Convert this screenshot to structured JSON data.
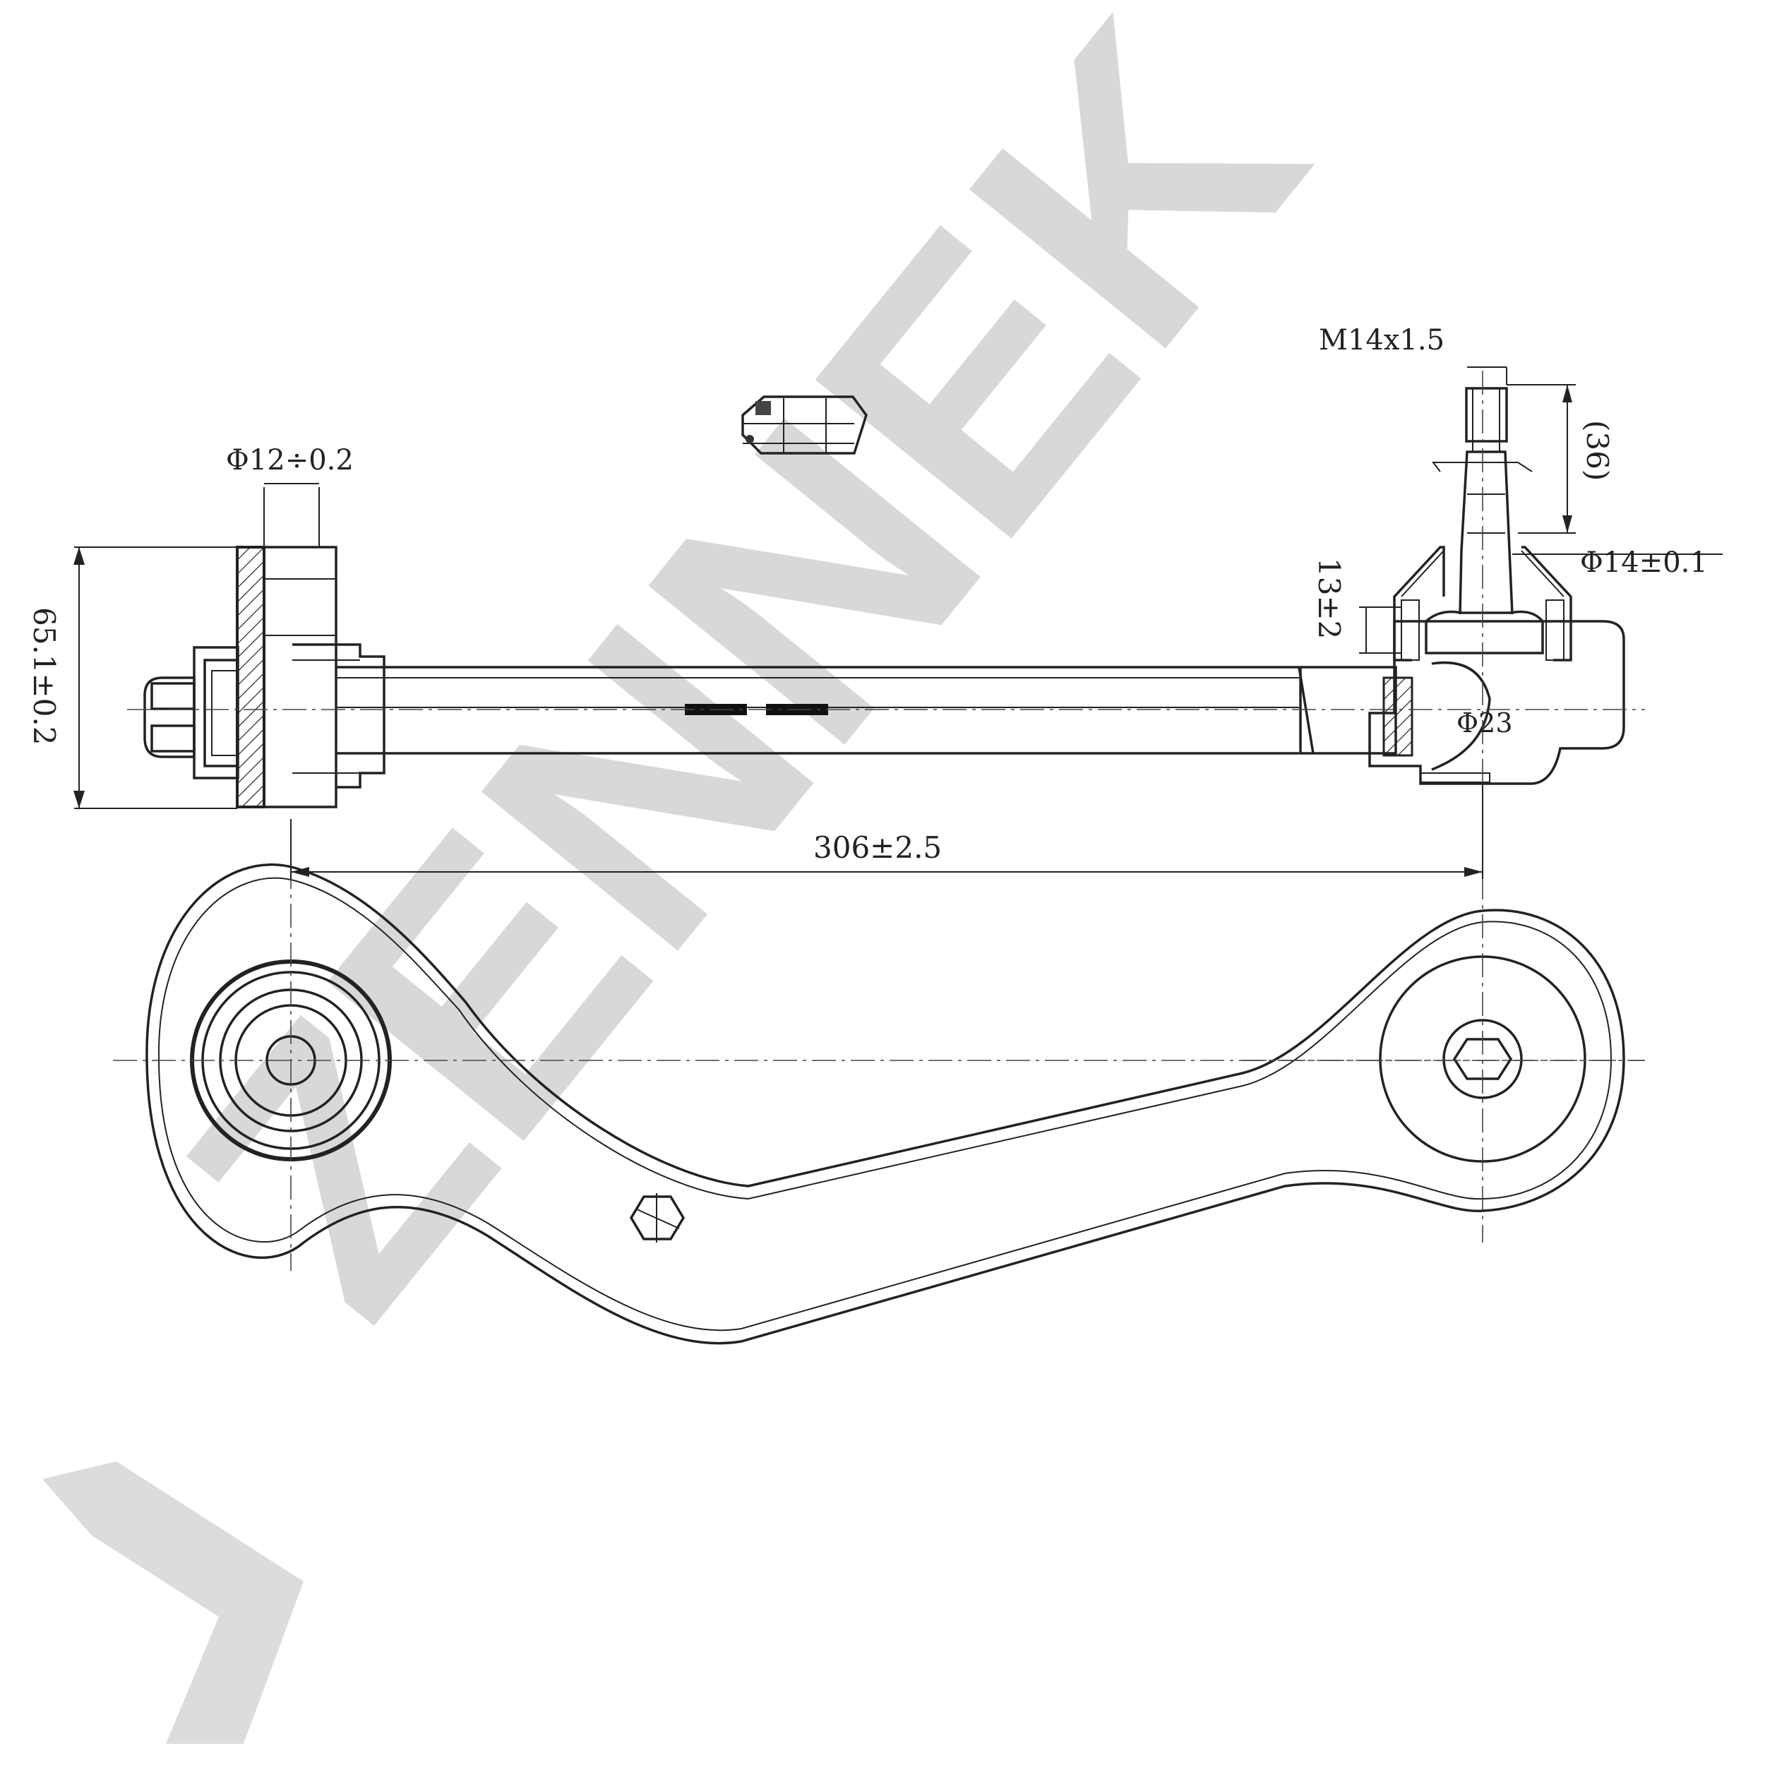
{
  "watermark": {
    "text": "ZENNEK",
    "color": "#cfcfcf"
  },
  "line_color": "#222222",
  "side_view": {
    "bushing_bore": "Φ12÷0.2",
    "overall_height": "65.1±0.2",
    "thread": "M14x1.5",
    "thread_length": "(36)",
    "stud_diameter": "Φ14±0.1",
    "joint_offset": "13±2",
    "ball_diameter": "Φ23",
    "center_distance": "306±2.5"
  },
  "icons": [
    "hex-nut-icon",
    "hexagon-mark-icon"
  ]
}
